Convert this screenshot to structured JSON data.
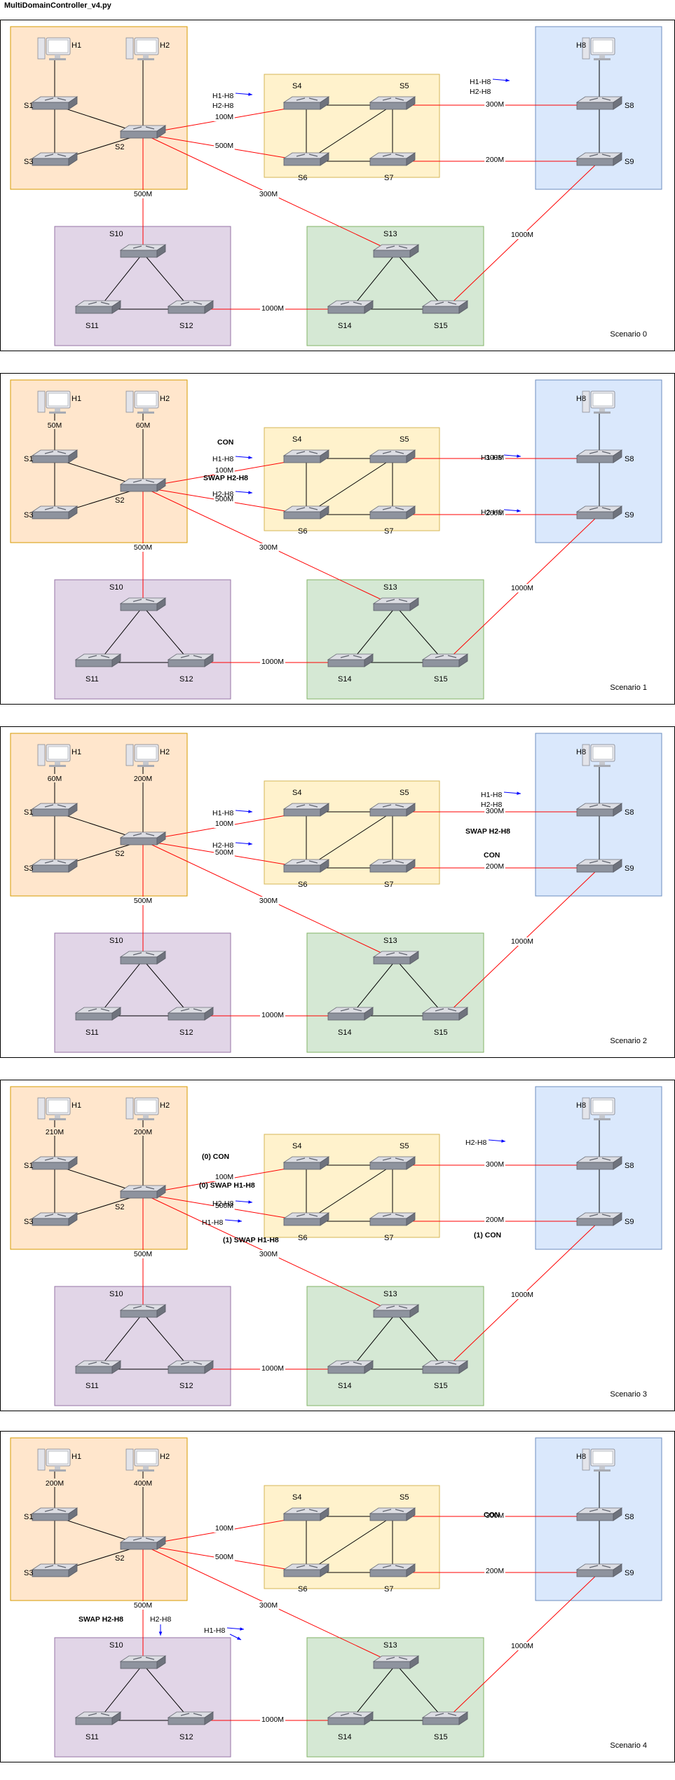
{
  "title": "MultiDomainController_v4.py",
  "colors": {
    "zone_orange": "#ffe6cc",
    "zone_orange_border": "#d79b00",
    "zone_yellow": "#fff2cc",
    "zone_yellow_border": "#d6b656",
    "zone_blue": "#dae8fc",
    "zone_blue_border": "#6c8ebf",
    "zone_purple": "#e1d5e7",
    "zone_purple_border": "#9673a6",
    "zone_green": "#d5e8d4",
    "zone_green_border": "#82b366",
    "link_red": "#ff0000",
    "link_black": "#000000",
    "arrow_blue": "#0000ff"
  },
  "icons": {
    "switch": "network-switch-icon",
    "host": "desktop-computer-icon"
  },
  "scenarios": [
    {
      "label": "Scenario 0",
      "host_h1_label": "H1",
      "host_h2_label": "H2",
      "host_h8_label": "H8",
      "h1_link_label": "",
      "h2_link_label": "",
      "switch_labels": {
        "s1": "S1",
        "s2": "S2",
        "s3": "S3",
        "s4": "S4",
        "s5": "S5",
        "s6": "S6",
        "s7": "S7",
        "s8": "S8",
        "s9": "S9",
        "s10": "S10",
        "s11": "S11",
        "s12": "S12",
        "s13": "S13",
        "s14": "S14",
        "s15": "S15"
      },
      "link_labels": {
        "s2_s4": "100M",
        "s2_s6": "500M",
        "s2_s10": "500M",
        "s2_s13": "300M",
        "s5_s8": "300M",
        "s7_s9": "200M",
        "s12_s14": "1000M",
        "s15_s9": "1000M"
      },
      "annotations": [
        {
          "text": "H1-H8",
          "kind": "arrow"
        },
        {
          "text": "H2-H8",
          "kind": "text"
        },
        {
          "text": "H1-H8",
          "kind": "arrow"
        },
        {
          "text": "H2-H8",
          "kind": "text"
        }
      ]
    },
    {
      "label": "Scenario 1",
      "host_h1_label": "H1",
      "host_h2_label": "H2",
      "host_h8_label": "H8",
      "h1_link_label": "50M",
      "h2_link_label": "60M",
      "switch_labels": {
        "s1": "S1",
        "s2": "S2",
        "s3": "S3",
        "s4": "S4",
        "s5": "S5",
        "s6": "S6",
        "s7": "S7",
        "s8": "S8",
        "s9": "S9",
        "s10": "S10",
        "s11": "S11",
        "s12": "S12",
        "s13": "S13",
        "s14": "S14",
        "s15": "S15"
      },
      "link_labels": {
        "s2_s4": "100M",
        "s2_s6": "500M",
        "s2_s10": "500M",
        "s2_s13": "300M",
        "s5_s8": "300M",
        "s7_s9": "200M",
        "s12_s14": "1000M",
        "s15_s9": "1000M"
      },
      "annotations": [
        {
          "text": "CON",
          "kind": "bold"
        },
        {
          "text": "H1-H8",
          "kind": "arrow"
        },
        {
          "text": "SWAP H2-H8",
          "kind": "bold"
        },
        {
          "text": "H2-H8",
          "kind": "arrow"
        },
        {
          "text": "H1-H8",
          "kind": "arrow"
        },
        {
          "text": "H2-H8",
          "kind": "arrow"
        }
      ]
    },
    {
      "label": "Scenario 2",
      "host_h1_label": "H1",
      "host_h2_label": "H2",
      "host_h8_label": "H8",
      "h1_link_label": "60M",
      "h2_link_label": "200M",
      "switch_labels": {
        "s1": "S1",
        "s2": "S2",
        "s3": "S3",
        "s4": "S4",
        "s5": "S5",
        "s6": "S6",
        "s7": "S7",
        "s8": "S8",
        "s9": "S9",
        "s10": "S10",
        "s11": "S11",
        "s12": "S12",
        "s13": "S13",
        "s14": "S14",
        "s15": "S15"
      },
      "link_labels": {
        "s2_s4": "100M",
        "s2_s6": "500M",
        "s2_s10": "500M",
        "s2_s13": "300M",
        "s5_s8": "300M",
        "s7_s9": "200M",
        "s12_s14": "1000M",
        "s15_s9": "1000M"
      },
      "annotations": [
        {
          "text": "H1-H8",
          "kind": "arrow"
        },
        {
          "text": "H2-H8",
          "kind": "arrow"
        },
        {
          "text": "H1-H8",
          "kind": "arrow"
        },
        {
          "text": "H2-H8",
          "kind": "text"
        },
        {
          "text": "SWAP H2-H8",
          "kind": "bold"
        },
        {
          "text": "CON",
          "kind": "bold"
        }
      ]
    },
    {
      "label": "Scenario 3",
      "host_h1_label": "H1",
      "host_h2_label": "H2",
      "host_h8_label": "H8",
      "h1_link_label": "210M",
      "h2_link_label": "200M",
      "switch_labels": {
        "s1": "S1",
        "s2": "S2",
        "s3": "S3",
        "s4": "S4",
        "s5": "S5",
        "s6": "S6",
        "s7": "S7",
        "s8": "S8",
        "s9": "S9",
        "s10": "S10",
        "s11": "S11",
        "s12": "S12",
        "s13": "S13",
        "s14": "S14",
        "s15": "S15"
      },
      "link_labels": {
        "s2_s4": "100M",
        "s2_s6": "500M",
        "s2_s10": "500M",
        "s2_s13": "300M",
        "s5_s8": "300M",
        "s7_s9": "200M",
        "s12_s14": "1000M",
        "s15_s9": "1000M"
      },
      "annotations": [
        {
          "text": "(0) CON",
          "kind": "bold"
        },
        {
          "text": "(0) SWAP H1-H8",
          "kind": "bold"
        },
        {
          "text": "H2-H8",
          "kind": "arrow"
        },
        {
          "text": "H1-H8",
          "kind": "arrow"
        },
        {
          "text": "(1) SWAP H1-H8",
          "kind": "bold"
        },
        {
          "text": "H2-H8",
          "kind": "arrow"
        },
        {
          "text": "(1) CON",
          "kind": "bold"
        }
      ]
    },
    {
      "label": "Scenario 4",
      "host_h1_label": "H1",
      "host_h2_label": "H2",
      "host_h8_label": "H8",
      "h1_link_label": "200M",
      "h2_link_label": "400M",
      "switch_labels": {
        "s1": "S1",
        "s2": "S2",
        "s3": "S3",
        "s4": "S4",
        "s5": "S5",
        "s6": "S6",
        "s7": "S7",
        "s8": "S8",
        "s9": "S9",
        "s10": "S10",
        "s11": "S11",
        "s12": "S12",
        "s13": "S13",
        "s14": "S14",
        "s15": "S15"
      },
      "link_labels": {
        "s2_s4": "100M",
        "s2_s6": "500M",
        "s2_s10": "500M",
        "s2_s13": "300M",
        "s5_s8": "300M",
        "s7_s9": "200M",
        "s12_s14": "1000M",
        "s15_s9": "1000M"
      },
      "annotations": [
        {
          "text": "SWAP H2-H8",
          "kind": "bold"
        },
        {
          "text": "H2-H8",
          "kind": "arrow-down"
        },
        {
          "text": "H1-H8",
          "kind": "arrow"
        },
        {
          "text": "CON",
          "kind": "bold"
        }
      ]
    }
  ]
}
